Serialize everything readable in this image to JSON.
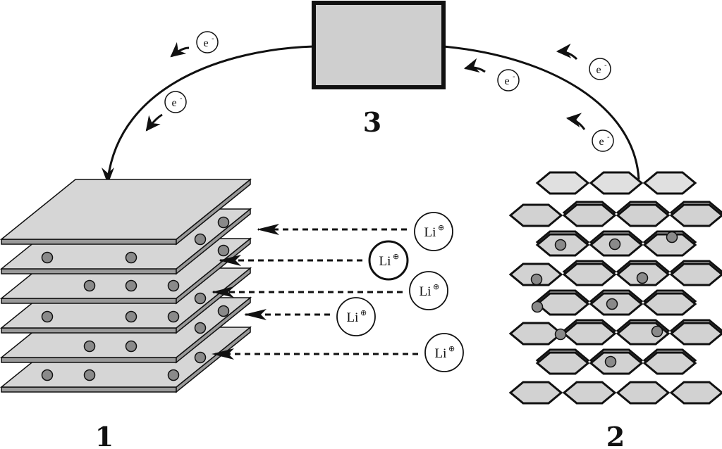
{
  "labels": {
    "anode": "1",
    "cathode": "2",
    "load": "3"
  },
  "electron": {
    "symbol": "e",
    "charge": "-"
  },
  "lithium_ion": {
    "symbol": "Li",
    "charge": "⊕"
  },
  "colors": {
    "plate_fill": "#d6d6d6",
    "plate_edge": "#9a9a9a",
    "dot_fill": "#8a8a8a",
    "hex_fill": "#d2d2d2",
    "load_fill": "#cfcfcf",
    "stroke": "#111111"
  }
}
